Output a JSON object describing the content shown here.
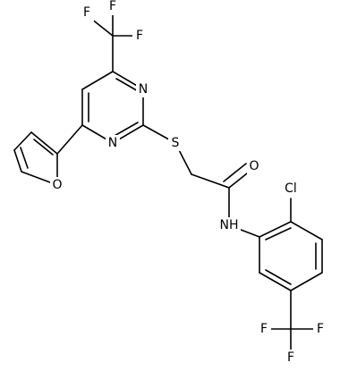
{
  "atoms": {
    "cf3_top_f1": "F",
    "cf3_top_f2": "F",
    "cf3_top_f3": "F",
    "pyrimidine_n1": "N",
    "pyrimidine_n3": "N",
    "furan_o": "O",
    "thioether_s": "S",
    "carbonyl_o": "O",
    "amide_nh": "NH",
    "chloro": "Cl",
    "cf3_bottom_f1": "F",
    "cf3_bottom_f2": "F",
    "cf3_bottom_f3": "F"
  },
  "colors": {
    "bond": "#000000",
    "label": "#000000",
    "background": "#ffffff"
  }
}
